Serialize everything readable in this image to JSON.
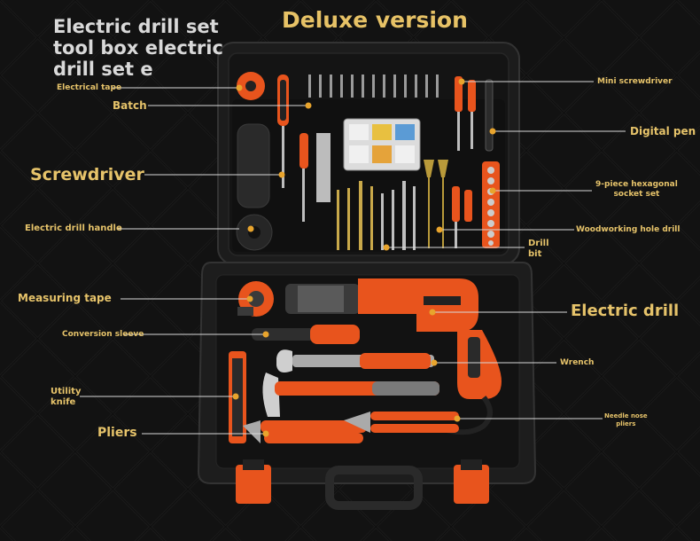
{
  "header": {
    "title_lines": [
      "Electric drill set",
      "tool box electric",
      "drill set e"
    ],
    "version_label": "Deluxe version"
  },
  "colors": {
    "label": "#e6c36a",
    "case": "#1b1b1b",
    "accent": "#e8541d",
    "title": "#d9d9d9"
  },
  "labels": {
    "electrical_tape": "Electrical tape",
    "batch": "Batch",
    "screwdriver": "Screwdriver",
    "electric_drill_handle": "Electric drill handle",
    "measuring_tape": "Measuring tape",
    "conversion_sleeve": "Conversion sleeve",
    "utility_knife": [
      "Utility",
      "knife"
    ],
    "pliers": "Pliers",
    "mini_screwdriver": "Mini screwdriver",
    "digital_pen": "Digital pen",
    "socket_set": [
      "9-piece hexagonal",
      "socket set"
    ],
    "woodworking_hole_drill": "Woodworking hole drill",
    "drill_bit": [
      "Drill",
      "bit"
    ],
    "electric_drill": "Electric drill",
    "wrench": "Wrench",
    "needle_nose_pliers": [
      "Needle nose",
      "pliers"
    ]
  }
}
